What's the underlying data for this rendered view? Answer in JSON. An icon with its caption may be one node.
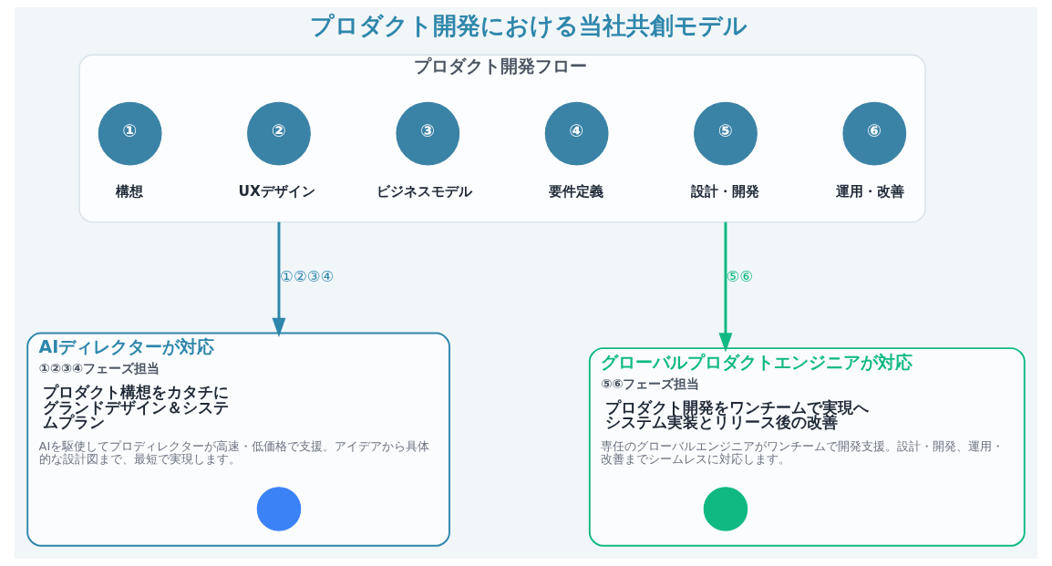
{
  "diagram": {
    "title": "プロダクト開発における当社共創モデル",
    "nodes": [
      {
        "text": [
          "プロダクト開発フロー"
        ]
      },
      {
        "text": [
          "①"
        ],
        "in": 0,
        "beside": [
          "構想"
        ]
      },
      {
        "text": [
          "②"
        ],
        "in": 0,
        "beside": [
          "UXデザイン"
        ]
      },
      {
        "text": [
          "③"
        ],
        "in": 0,
        "beside": [
          "ビジネスモデル"
        ]
      },
      {
        "text": [
          "④"
        ],
        "in": 0,
        "beside": [
          "要件定義"
        ]
      },
      {
        "text": [
          "⑤"
        ],
        "in": 0,
        "beside": [
          "設計・開発"
        ]
      },
      {
        "text": [
          "⑥"
        ],
        "in": 0,
        "beside": [
          "運用・改善"
        ]
      },
      {
        "text": [
          "AIディレクターが対応",
          "①②③④フェーズ担当",
          "プロダクト構想をカタチにグランドデザイン＆システムプラン",
          "AIを駆使してプロディレクターが高速・低価格で支援。アイデアから具体的な設計図まで、最短で実現します。"
        ]
      },
      {
        "text": [],
        "shape": "circle",
        "in": 7
      },
      {
        "text": [
          "グローバルプロダクトエンジニアが対応",
          "⑤⑥フェーズ担当",
          "プロダクト開発をワンチームで実現へシステム実装とリリース後の改善",
          "専任のグローバルエンジニアがワンチームで開発支援。設計・開発、運用・改善までシームレスに対応します。"
        ]
      },
      {
        "text": [],
        "shape": "circle",
        "in": 9
      }
    ],
    "edges": [
      {
        "from": 0,
        "to": 7,
        "arrow": "to",
        "label": "①②③④",
        "color": "#2e86ab"
      },
      {
        "from": 0,
        "to": 9,
        "arrow": "to",
        "label": "⑤⑥",
        "color": "#10b981"
      }
    ]
  }
}
